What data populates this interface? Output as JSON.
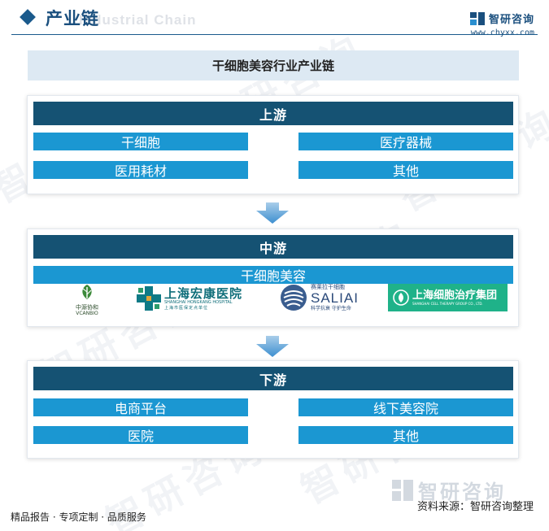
{
  "header": {
    "title": "产业链",
    "subtitle": "Industrial Chain",
    "brand_name": "智研咨询",
    "brand_url": "www.chyxx.com"
  },
  "watermark": {
    "text": "智研咨询"
  },
  "chain": {
    "title": "干细胞美容行业产业链",
    "upstream": {
      "label": "上游",
      "items": [
        "干细胞",
        "医疗器械",
        "医用耗材",
        "其他"
      ]
    },
    "midstream": {
      "label": "中游",
      "item": "干细胞美容",
      "logos": [
        {
          "name": "vcanbio-logo",
          "cn": "中源协和",
          "en": "VCANBIO"
        },
        {
          "name": "hongkang-hospital-logo",
          "cn": "上海宏康医院",
          "en": "SHANGHAI HONGKANG HOSPITAL",
          "sub": "上海市医保定点单位"
        },
        {
          "name": "saliai-logo",
          "top": "赛莱拉干细胞",
          "big": "SALIAI",
          "bottom": "科学抗衰  守护生命"
        },
        {
          "name": "shanghai-cell-therapy-logo",
          "cn": "上海细胞治疗集团",
          "en": "SHANGHAI CELL THERAPY GROUP CO., LTD."
        }
      ]
    },
    "downstream": {
      "label": "下游",
      "items": [
        "电商平台",
        "线下美容院",
        "医院",
        "其他"
      ]
    }
  },
  "footer": {
    "left": "精品报告 · 专项定制 · 品质服务",
    "source": "资料来源：智研咨询整理",
    "logo_text": "智研咨询"
  },
  "colors": {
    "header_dark": "#155273",
    "cell_blue": "#1b97d2",
    "title_bg": "#dde9f3",
    "arrow_blue": "#4a9bd6"
  }
}
